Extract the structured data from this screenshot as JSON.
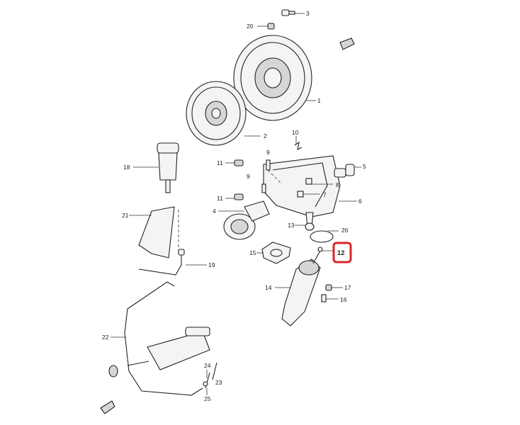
{
  "highlight": {
    "part": "12",
    "color": "#d9252a"
  },
  "labels": {
    "p1": "1",
    "p2": "2",
    "p3": "3",
    "p4": "4",
    "p5": "5",
    "p6": "6",
    "p7": "7",
    "p8": "8",
    "p9a": "9",
    "p9b": "9",
    "p10": "10",
    "p11a": "11",
    "p11b": "11",
    "p12": "12",
    "p13": "13",
    "p14": "14",
    "p15": "15",
    "p16": "16",
    "p17": "17",
    "p18": "18",
    "p19": "19",
    "p20": "20",
    "p21": "21",
    "p22": "22",
    "p23": "23",
    "p24": "24",
    "p25": "25",
    "p26": "26"
  },
  "icons": {
    "top_arrow": "forward-arrow-icon",
    "bottom_arrow": "forward-arrow-icon"
  }
}
